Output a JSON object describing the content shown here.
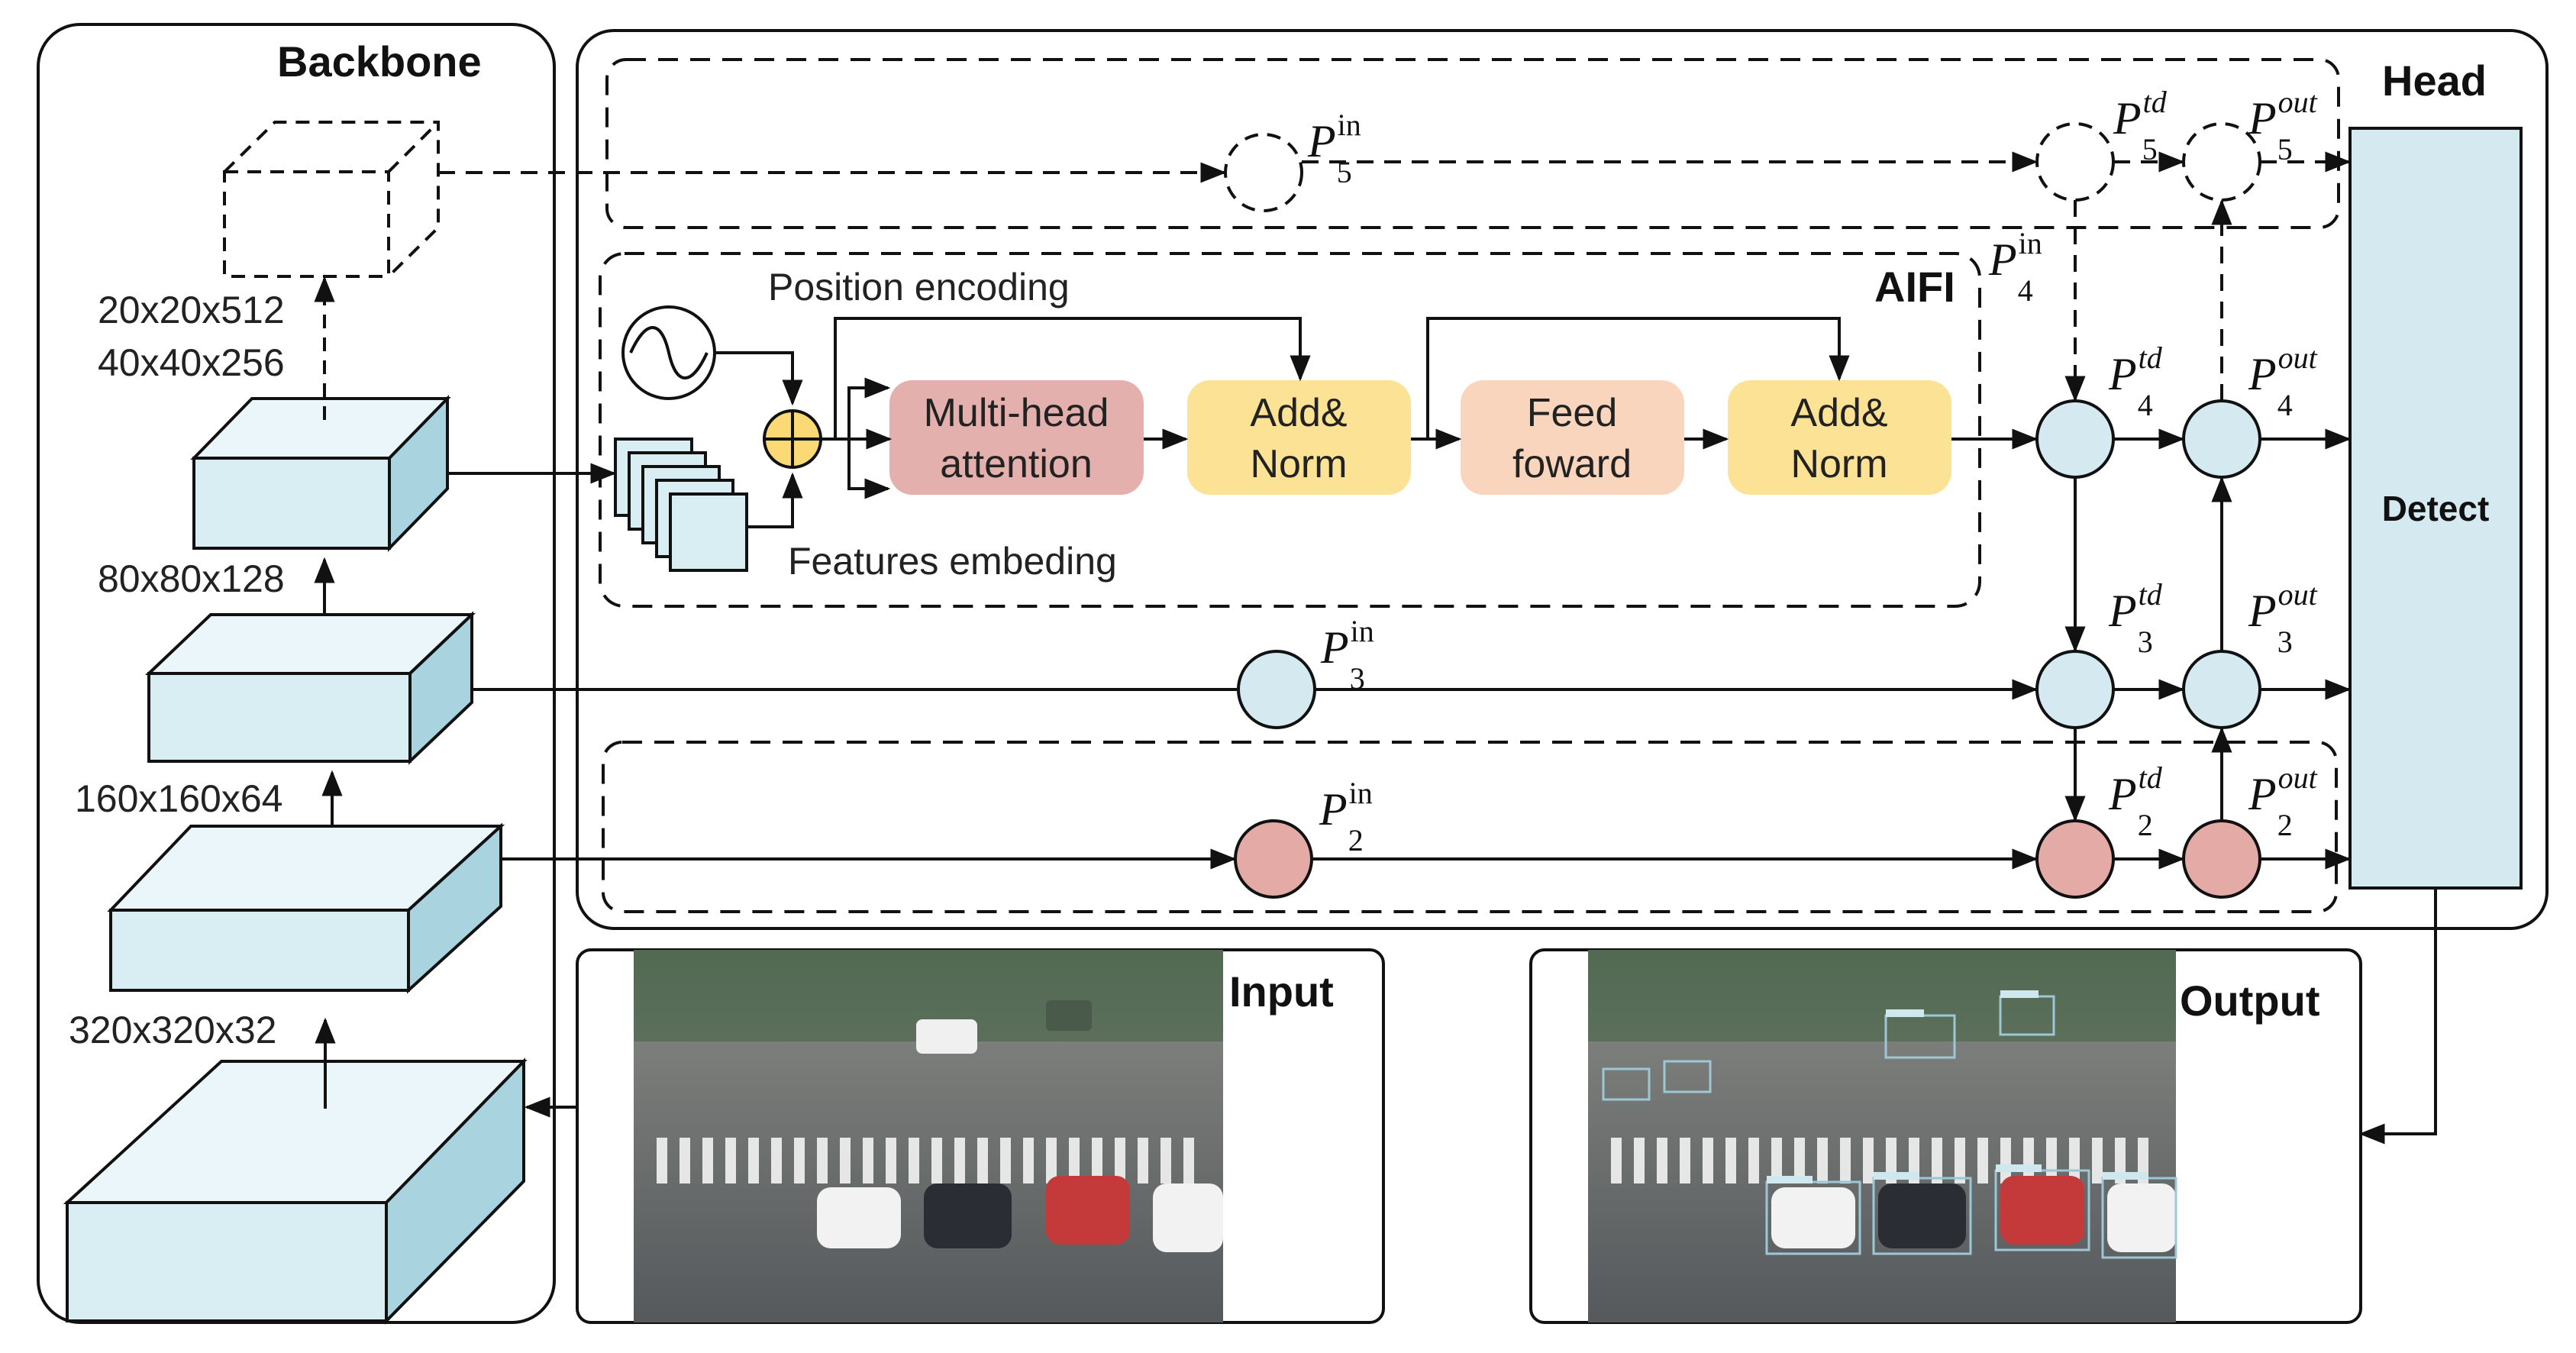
{
  "backbone": {
    "title": "Backbone",
    "sizes": [
      "20x20x512",
      "40x40x256",
      "80x80x128",
      "160x160x64",
      "320x320x32"
    ]
  },
  "head": {
    "title": "Head",
    "detect_label": "Detect"
  },
  "aifi": {
    "title": "AIFI",
    "position_encoding": "Position encoding",
    "features_embedding": "Features embeding",
    "multihead_line1": "Multi-head",
    "multihead_line2": "attention",
    "addnorm1_line1": "Add&",
    "addnorm1_line2": "Norm",
    "feed_line1": "Feed",
    "feed_line2": "foward",
    "addnorm2_line1": "Add&",
    "addnorm2_line2": "Norm"
  },
  "nodes": {
    "p5_in": {
      "sym": "P",
      "sup": "in",
      "sub": "5"
    },
    "p5_td": {
      "sym": "P",
      "sup": "td",
      "sub": "5"
    },
    "p5_out": {
      "sym": "P",
      "sup": "out",
      "sub": "5"
    },
    "p4_in": {
      "sym": "P",
      "sup": "in",
      "sub": "4"
    },
    "p4_td": {
      "sym": "P",
      "sup": "td",
      "sub": "4"
    },
    "p4_out": {
      "sym": "P",
      "sup": "out",
      "sub": "4"
    },
    "p3_in": {
      "sym": "P",
      "sup": "in",
      "sub": "3"
    },
    "p3_td": {
      "sym": "P",
      "sup": "td",
      "sub": "3"
    },
    "p3_out": {
      "sym": "P",
      "sup": "out",
      "sub": "3"
    },
    "p2_in": {
      "sym": "P",
      "sup": "in",
      "sub": "2"
    },
    "p2_td": {
      "sym": "P",
      "sup": "td",
      "sub": "2"
    },
    "p2_out": {
      "sym": "P",
      "sup": "out",
      "sub": "2"
    }
  },
  "panels": {
    "input_label": "Input",
    "output_label": "Output"
  },
  "colors": {
    "backbone_block": "#d9eef3",
    "node_blue": "#d4eaf0",
    "node_red": "#e3aaa6",
    "multihead": "#e3b0ae",
    "addnorm": "#fbe295",
    "feed": "#f9d5be",
    "plus": "#fbd974",
    "detect": "#d4eaf0",
    "stroke": "#111111"
  },
  "icons": {
    "position_encoding": "sine-wave-icon",
    "sum": "plus-circle-icon",
    "embedding": "stacked-squares-icon"
  }
}
